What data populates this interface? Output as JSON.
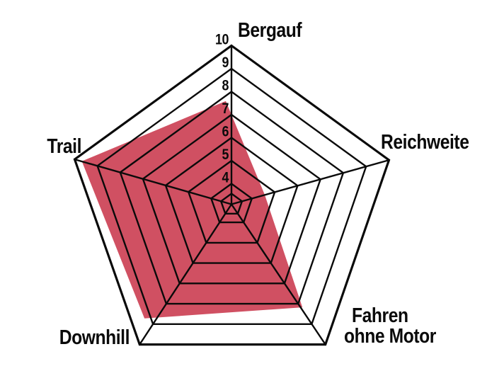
{
  "chart_data": {
    "type": "radar",
    "title": "",
    "categories": [
      "Bergauf",
      "Reichweite",
      "Fahren ohne Motor",
      "Downhill",
      "Trail"
    ],
    "values": [
      7.5,
      4.5,
      8,
      9,
      9.5
    ],
    "axis_labels": [
      {
        "name": "bergauf",
        "lines": [
          "Bergauf"
        ]
      },
      {
        "name": "reichweite",
        "lines": [
          "Reichweite"
        ]
      },
      {
        "name": "fahren-ohne-motor",
        "lines": [
          "Fahren",
          "ohne Motor"
        ]
      },
      {
        "name": "downhill",
        "lines": [
          "Downhill"
        ]
      },
      {
        "name": "trail",
        "lines": [
          "Trail"
        ]
      }
    ],
    "ring_levels": [
      10,
      9,
      8,
      7,
      6,
      5,
      4,
      3
    ],
    "tick_levels": [
      10,
      9,
      8,
      7,
      6,
      5,
      4
    ],
    "tick_labels": [
      "10",
      "9",
      "8",
      "7",
      "6",
      "5",
      "4"
    ],
    "rlim": [
      0,
      10
    ],
    "grid": true,
    "legend": false,
    "colors": {
      "fill": "#d05062",
      "grid_line": "#0a0a0a",
      "text": "#0a0a0a",
      "background": "#ffffff"
    }
  }
}
